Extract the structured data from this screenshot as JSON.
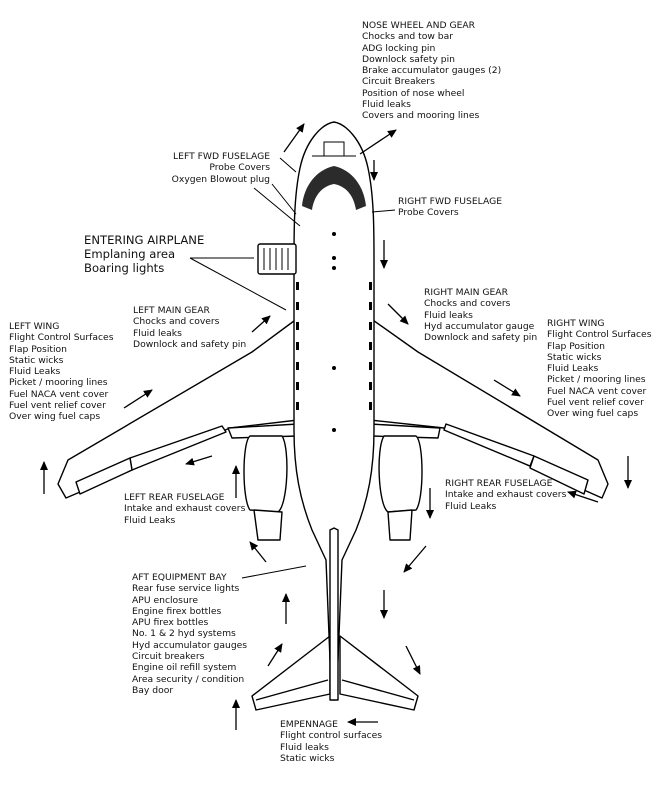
{
  "sections": {
    "nose_wheel": {
      "title": "NOSE WHEEL AND GEAR",
      "items": [
        "Chocks and tow bar",
        "ADG locking pin",
        "Downlock safety pin",
        "Brake accumulator gauges (2)",
        "Circuit Breakers",
        "Position of nose wheel",
        "Fluid leaks",
        "Covers and mooring lines"
      ]
    },
    "left_fwd_fuselage": {
      "title": "LEFT FWD FUSELAGE",
      "items": [
        "Probe Covers",
        "Oxygen Blowout plug"
      ]
    },
    "right_fwd_fuselage": {
      "title": "RIGHT FWD FUSELAGE",
      "items": [
        "Probe Covers"
      ]
    },
    "entering_airplane": {
      "title": "ENTERING AIRPLANE",
      "items": [
        "Emplaning area",
        "Boaring lights"
      ]
    },
    "left_main_gear": {
      "title": "LEFT MAIN GEAR",
      "items": [
        "Chocks and covers",
        "Fluid leaks",
        "Downlock and safety pin"
      ]
    },
    "right_main_gear": {
      "title": "RIGHT MAIN GEAR",
      "items": [
        "Chocks and covers",
        "Fluid leaks",
        "Hyd accumulator gauge",
        "Downlock and safety pin"
      ]
    },
    "left_wing": {
      "title": "LEFT WING",
      "items": [
        "Flight Control Surfaces",
        "Flap Position",
        "Static wicks",
        "Fluid Leaks",
        "Picket / mooring lines",
        "Fuel NACA vent cover",
        "Fuel vent relief cover",
        "Over wing fuel caps"
      ]
    },
    "right_wing": {
      "title": "RIGHT WING",
      "items": [
        "Flight Control Surfaces",
        "Flap Position",
        "Static wicks",
        "Fluid Leaks",
        "Picket / mooring lines",
        "Fuel NACA vent cover",
        "Fuel vent relief cover",
        "Over wing fuel caps"
      ]
    },
    "left_rear_fuselage": {
      "title": "LEFT REAR FUSELAGE",
      "items": [
        "Intake and exhaust covers",
        "Fluid Leaks"
      ]
    },
    "right_rear_fuselage": {
      "title": "RIGHT REAR FUSELAGE",
      "items": [
        "Intake and exhaust covers",
        "Fluid Leaks"
      ]
    },
    "aft_equipment_bay": {
      "title": "AFT EQUIPMENT BAY",
      "items": [
        "Rear fuse service lights",
        "APU enclosure",
        "Engine firex bottles",
        "APU firex bottles",
        "No. 1 & 2 hyd systems",
        "Hyd accumulator gauges",
        "Circuit breakers",
        "Engine oil refill system",
        "Area security / condition",
        "Bay door"
      ]
    },
    "empennage": {
      "title": "EMPENNAGE",
      "items": [
        "Flight control surfaces",
        "Fluid leaks",
        "Static wicks"
      ]
    }
  },
  "colors": {
    "stroke": "#000000",
    "fill": "#ffffff",
    "windshield": "#2b2b2b",
    "text": "#111111"
  },
  "icons": {
    "flow_arrow": "arrow-icon",
    "callout": "leader-line"
  }
}
